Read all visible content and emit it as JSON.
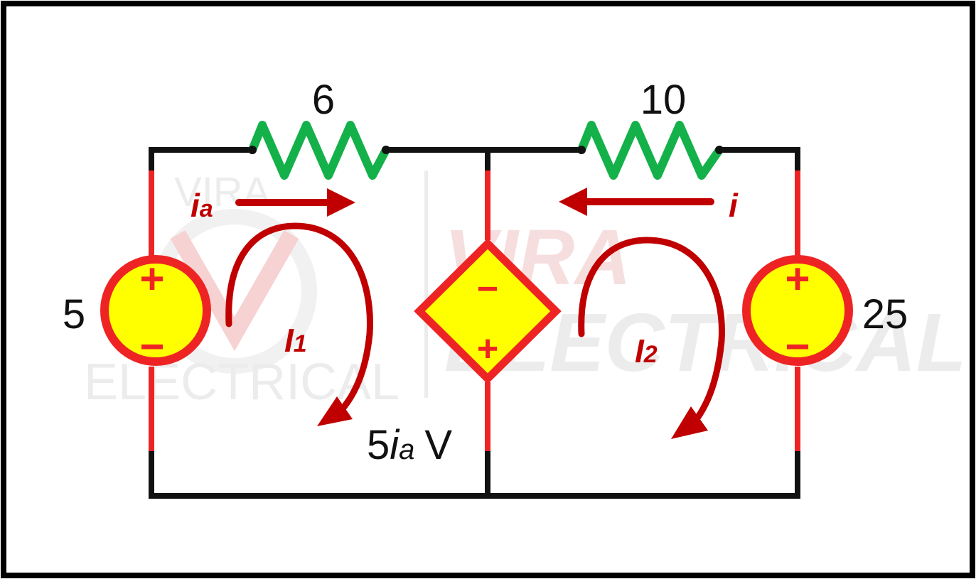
{
  "colors": {
    "wire": "#111111",
    "source_body": "#ee2424",
    "source_fill": "#ffff00",
    "resistor": "#14b14a",
    "current": "#c00000",
    "watermark": "#e6e6e6",
    "watermark_red": "#f4cfcf",
    "frame": "#000000"
  },
  "watermark": {
    "left_top": "VIRA",
    "left_bottom": "ELECTRICAL",
    "right_top": "VIRA",
    "right_bottom": "ELECTRICAL"
  },
  "circuit": {
    "source_left": {
      "value": "5",
      "plus": "+",
      "minus": "−"
    },
    "source_right": {
      "value": "25",
      "plus": "+",
      "minus": "−"
    },
    "dependent_source": {
      "label_coef": "5",
      "label_var": "i",
      "label_sub": "a",
      "label_unit": "V",
      "top_sign": "−",
      "bottom_sign": "+"
    },
    "resistor_left": {
      "value": "6"
    },
    "resistor_right": {
      "value": "10"
    },
    "current_ia": {
      "main": "i",
      "sub": "a"
    },
    "current_i": {
      "main": "i"
    },
    "mesh_1": {
      "main": "I",
      "sub": "1"
    },
    "mesh_2": {
      "main": "I",
      "sub": "2"
    }
  }
}
